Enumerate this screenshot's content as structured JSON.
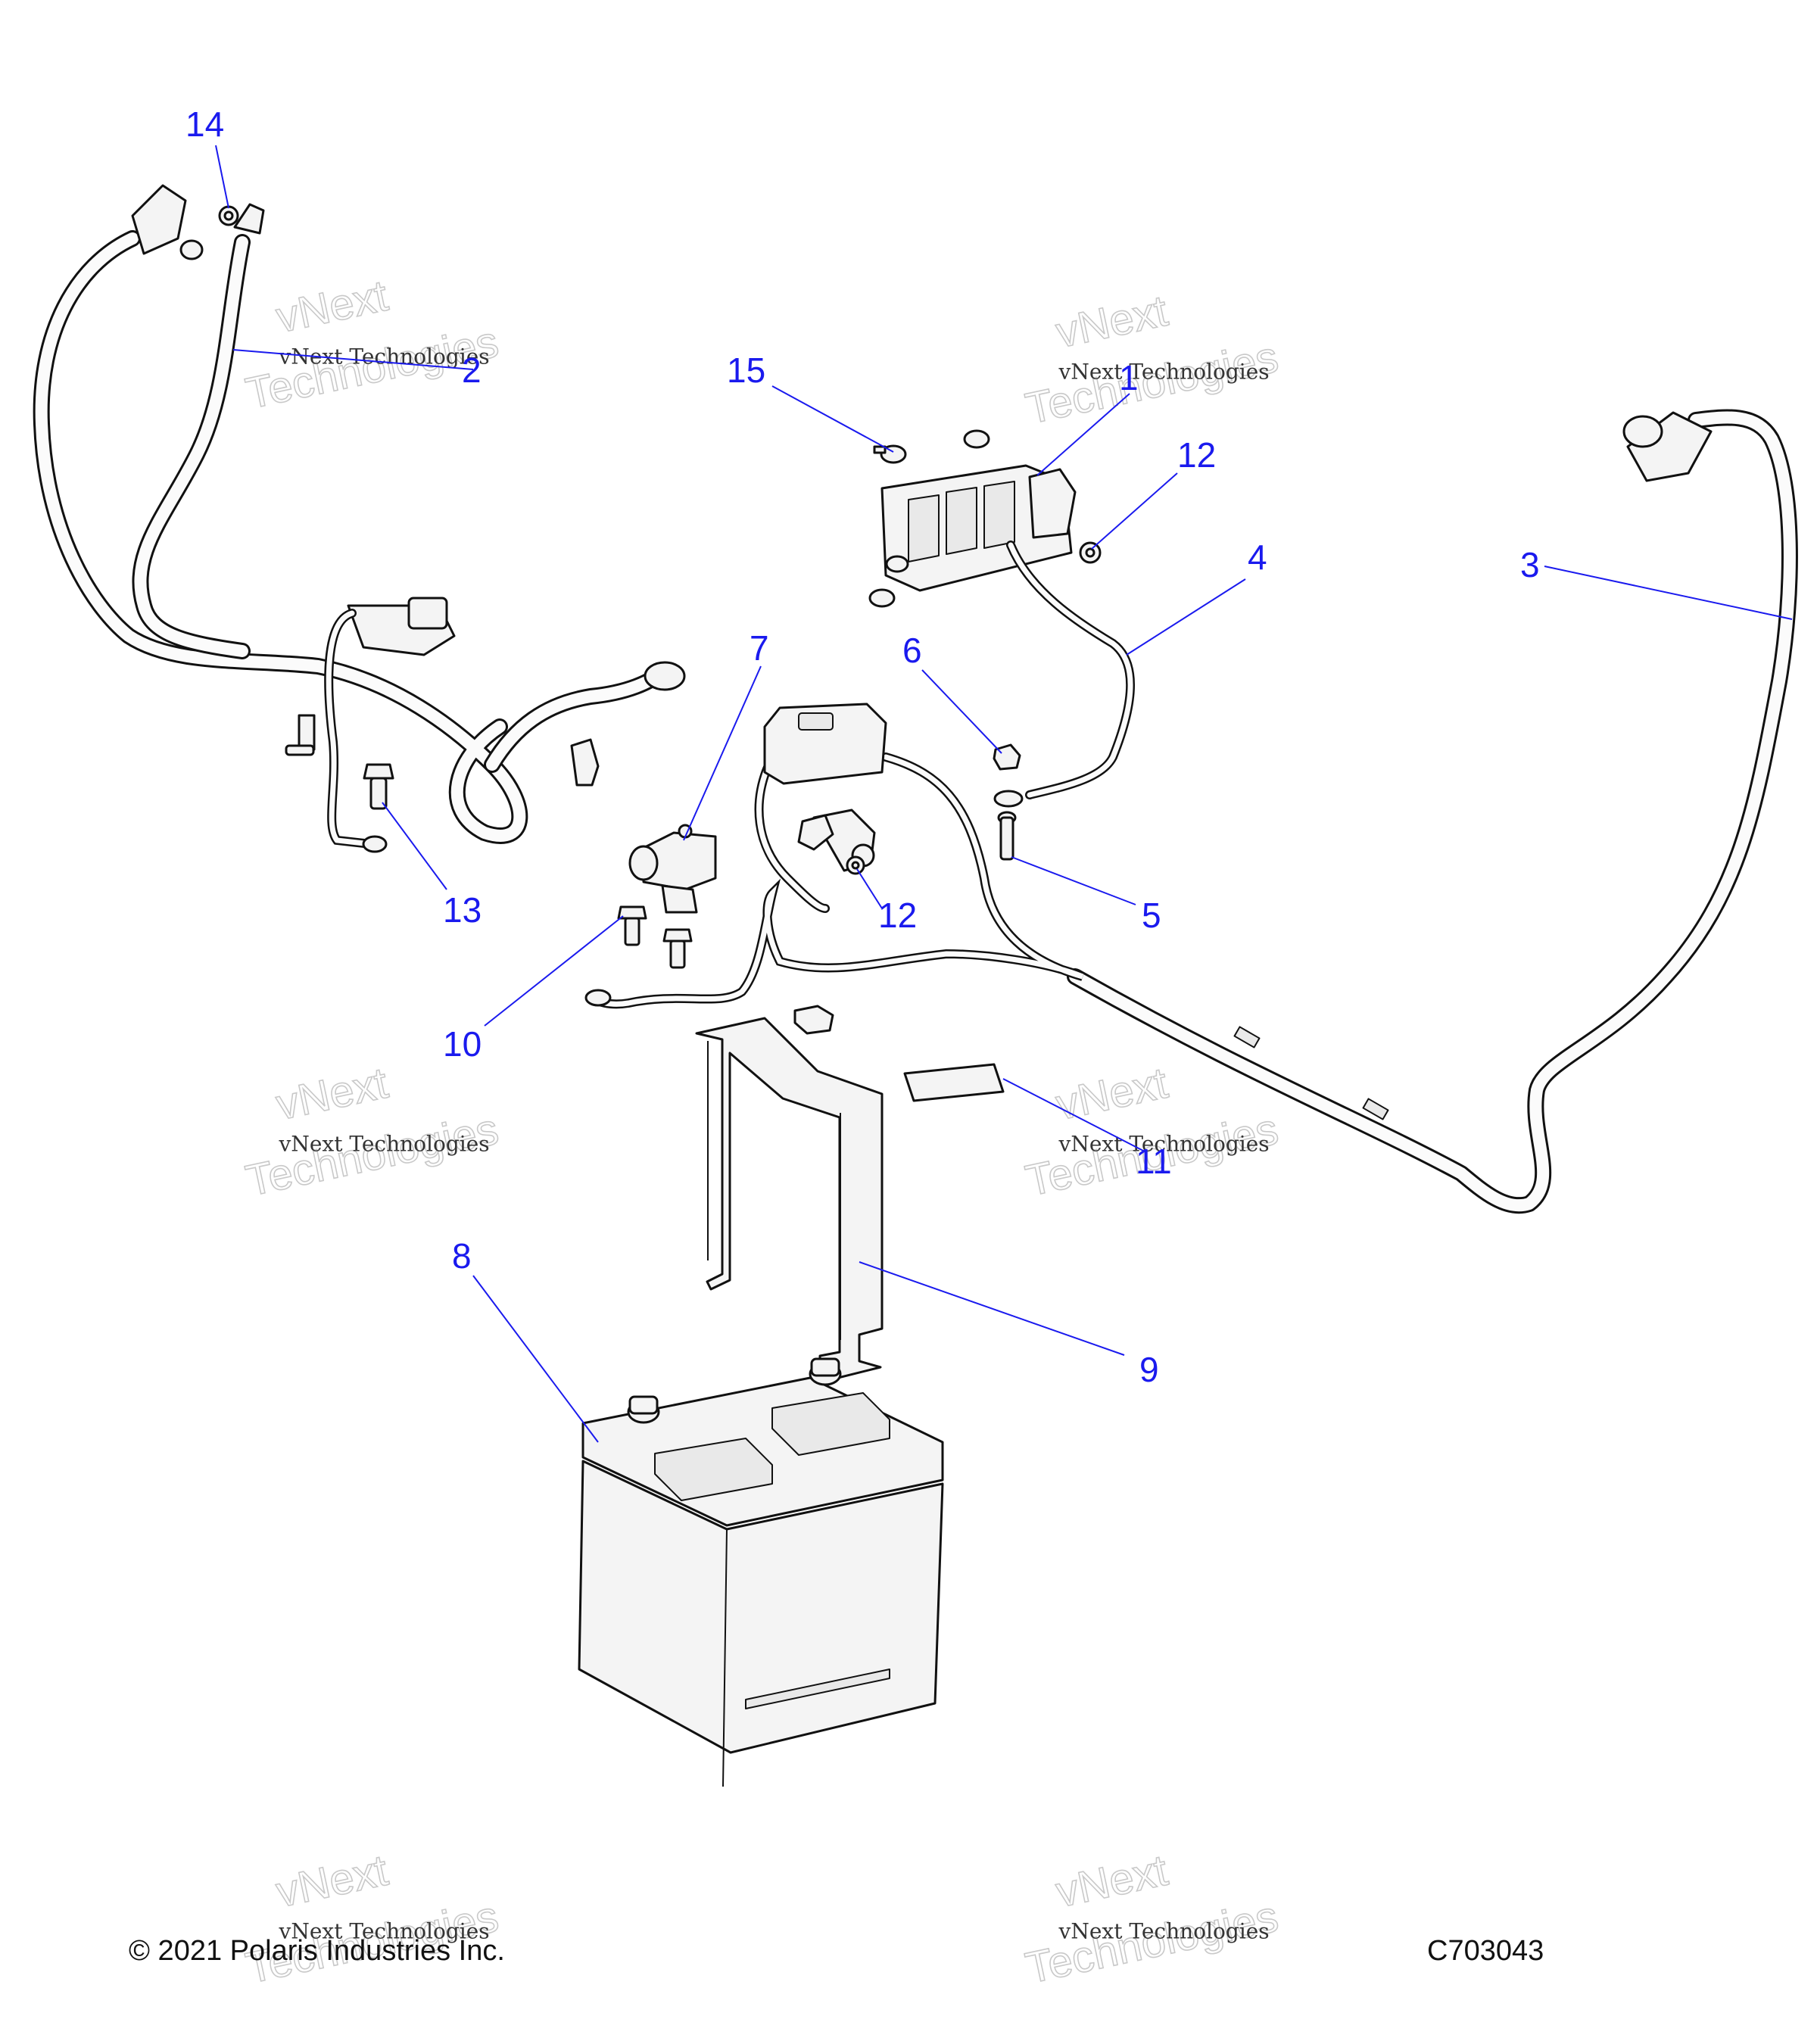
{
  "callouts": [
    {
      "id": "1",
      "label": "1"
    },
    {
      "id": "2",
      "label": "2"
    },
    {
      "id": "3",
      "label": "3"
    },
    {
      "id": "4",
      "label": "4"
    },
    {
      "id": "5",
      "label": "5"
    },
    {
      "id": "6",
      "label": "6"
    },
    {
      "id": "7",
      "label": "7"
    },
    {
      "id": "8",
      "label": "8"
    },
    {
      "id": "9",
      "label": "9"
    },
    {
      "id": "10",
      "label": "10"
    },
    {
      "id": "11",
      "label": "11"
    },
    {
      "id": "12a",
      "label": "12"
    },
    {
      "id": "12b",
      "label": "12"
    },
    {
      "id": "13",
      "label": "13"
    },
    {
      "id": "14",
      "label": "14"
    },
    {
      "id": "15",
      "label": "15"
    }
  ],
  "watermark": {
    "line1": "vNext",
    "line2": "Technologies",
    "caption": "vNext Technologies"
  },
  "footer": {
    "copyright": "© 2021 Polaris Industries Inc.",
    "figure_code": "C703043"
  },
  "colors": {
    "callout": "#1a1aee",
    "line": "#111111",
    "watermark": "#c9c9c9"
  }
}
